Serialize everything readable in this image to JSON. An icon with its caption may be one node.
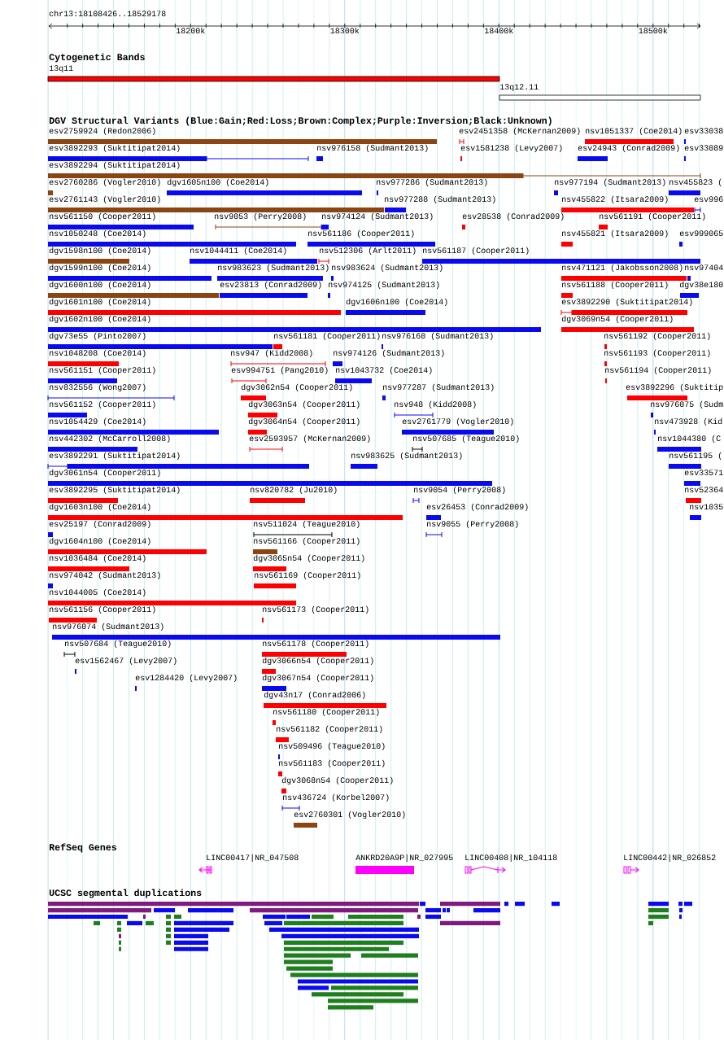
{
  "diagram": {
    "labels": [
      "chr13:18108426..18529178",
      "18200k",
      "18300k",
      "18400k",
      "18500k",
      "Cytogenetic Bands",
      "13q11",
      "13q12.11",
      "DGV Structural Variants (Blue:Gain;Red:Loss;Brown:Complex;Purple:Inversion;Black:Unknown)",
      "esv2759924 (Redon2006)",
      "esv2451358 (McKernan2009)",
      "nsv1051337 (Coe2014)",
      "esv33038",
      "esv3892293 (Suktitipat2014)",
      "nsv976158 (Sudmant2013)",
      "esv1581238 (Levy2007)",
      "esv24943 (Conrad2009)",
      "esv33089",
      "esv3892294 (Suktitipat2014)",
      "esv2760286 (Vogler2010)",
      "dgv1605n100 (Coe2014)",
      "nsv977286 (Sudmant2013)",
      "nsv977194 (Sudmant2013)",
      "nsv455823 (",
      "esv2761143 (Vogler2010)",
      "nsv977288 (Sudmant2013)",
      "nsv455822 (Itsara2009)",
      "esv996",
      "nsv561150 (Cooper2011)",
      "nsv9053 (Perry2008)",
      "nsv974124 (Sudmant2013)",
      "esv28538 (Conrad2009)",
      "nsv561191 (Cooper2011)",
      "nsv1050248 (Coe2014)",
      "nsv561186 (Cooper2011)",
      "nsv455821 (Itsara2009)",
      "esv999065",
      "dgv1598n100 (Coe2014)",
      "nsv1044411 (Coe2014)",
      "nsv512306 (Arlt2011)",
      "nsv561187 (Cooper2011)",
      "dgv1599n100 (Coe2014)",
      "nsv983623 (Sudmant2013)",
      "nsv983624 (Sudmant2013)",
      "nsv471121 (Jakobsson2008)",
      "nsv97404",
      "dgv1600n100 (Coe2014)",
      "esv23813 (Conrad2009)",
      "nsv974125 (Sudmant2013)",
      "nsv561188 (Cooper2011)",
      "dgv38e180",
      "dgv1601n100 (Coe2014)",
      "dgv1606n100 (Coe2014)",
      "esv3892290 (Suktitipat2014)",
      "dgv1602n100 (Coe2014)",
      "dgv3069n54 (Cooper2011)",
      "dgv73e55 (Pinto2007)",
      "nsv561181 (Cooper2011)",
      "nsv976160 (Sudmant2013)",
      "nsv561192 (Cooper2011)",
      "nsv1048208 (Coe2014)",
      "nsv947 (Kidd2008)",
      "nsv974126 (Sudmant2013)",
      "nsv561193 (Cooper2011)",
      "nsv561151 (Cooper2011)",
      "esv994751 (Pang2010)",
      "nsv1043732 (Coe2014)",
      "nsv561194 (Cooper2011)",
      "nsv832556 (Wong2007)",
      "dgv3062n54 (Cooper2011)",
      "nsv977287 (Sudmant2013)",
      "esv3892296 (Suktitip",
      "nsv561152 (Cooper2011)",
      "dgv3063n54 (Cooper2011)",
      "nsv948 (Kidd2008)",
      "nsv976075 (Sudm",
      "nsv1054429 (Coe2014)",
      "dgv3064n54 (Cooper2011)",
      "esv2761779 (Vogler2010)",
      "nsv473928 (Kid",
      "nsv442302 (McCarroll2008)",
      "esv2593957 (McKernan2009)",
      "nsv507685 (Teague2010)",
      "nsv1044380 (C",
      "esv3892291 (Suktitipat2014)",
      "nsv983625 (Sudmant2013)",
      "nsv561195 (",
      "dgv3061n54 (Cooper2011)",
      "esv33571",
      "esv3892295 (Suktitipat2014)",
      "nsv820782 (Ju2010)",
      "nsv9054 (Perry2008)",
      "nsv52364",
      "dgv1603n100 (Coe2014)",
      "esv26453 (Conrad2009)",
      "nsv1035",
      "esv25197 (Conrad2009)",
      "nsv511024 (Teague2010)",
      "nsv9055 (Perry2008)",
      "dgv1604n100 (Coe2014)",
      "nsv561166 (Cooper2011)",
      "nsv1036484 (Coe2014)",
      "dgv3065n54 (Cooper2011)",
      "nsv974042 (Sudmant2013)",
      "nsv561169 (Cooper2011)",
      "nsv1044005 (Coe2014)",
      "nsv561156 (Cooper2011)",
      "nsv561173 (Cooper2011)",
      "nsv976074 (Sudmant2013)",
      "nsv507684 (Teague2010)",
      "nsv561178 (Cooper2011)",
      "esv1562467 (Levy2007)",
      "dgv3066n54 (Cooper2011)",
      "esv1284420 (Levy2007)",
      "dgv3067n54 (Cooper2011)",
      "dgv43n17 (Conrad2006)",
      "nsv561180 (Cooper2011)",
      "nsv561182 (Cooper2011)",
      "nsv509496 (Teague2010)",
      "nsv561183 (Cooper2011)",
      "dgv3068n54 (Cooper2011)",
      "nsv436724 (Korbel2007)",
      "esv2760301 (Vogler2010)",
      "RefSeq Genes",
      "LINC00417|NR_047508",
      "ANKRD20A9P|NR_027995",
      "LINC00408|NR_104118",
      "LINC00442|NR_026852",
      "UCSC segmental duplications"
    ]
  }
}
